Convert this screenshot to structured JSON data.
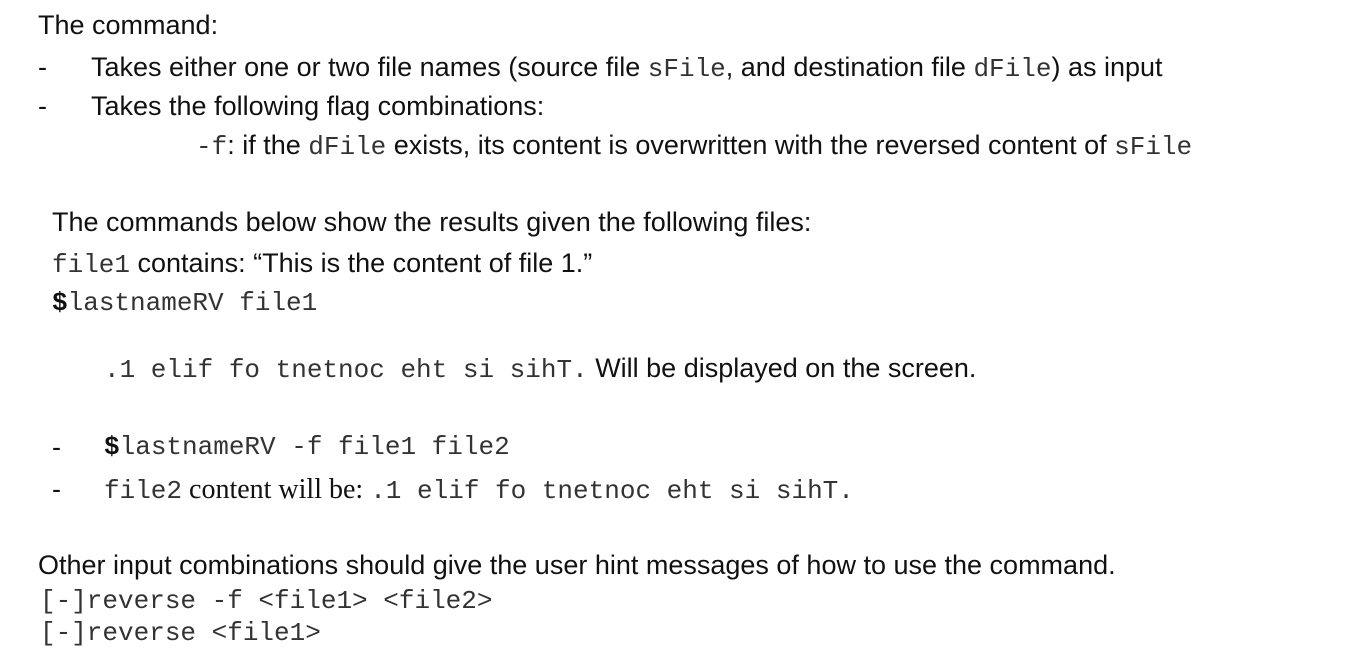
{
  "intro": {
    "heading": "The command:",
    "bullet1": {
      "pre": "Takes either one or two file names (source file ",
      "code1": "sFile",
      "mid": ", and destination file ",
      "code2": "dFile",
      "post": ") as input"
    },
    "bullet2": {
      "text": "Takes the following flag combinations:"
    },
    "flag": {
      "code": "-f",
      "t1": ": if the ",
      "code2": "dFile",
      "t2": " exists, its content is overwritten with the reversed content of ",
      "code3": "sFile"
    }
  },
  "examples": {
    "heading": "The commands below show the results given the following files:",
    "file1_code": "file1",
    "file1_text": " contains: “This is the content of file 1.”",
    "cmd1_dollar": "$",
    "cmd1_rest": "lastnameRV file1",
    "output_code": ".1 elif fo tnetnoc eht si sihT.",
    "output_text": " Will be displayed on the screen.",
    "cmd2_dollar": "$",
    "cmd2_rest": "lastnameRV -f file1 file2",
    "content_code": "file2",
    "content_text": " content will be: ",
    "content_value": ".1 elif fo tnetnoc eht si sihT."
  },
  "usage": {
    "heading": "Other input combinations should give the user hint messages of how to use the command.",
    "line1": "[-]reverse -f <file1> <file2>",
    "line2": "[-]reverse <file1>"
  },
  "dash": "-"
}
